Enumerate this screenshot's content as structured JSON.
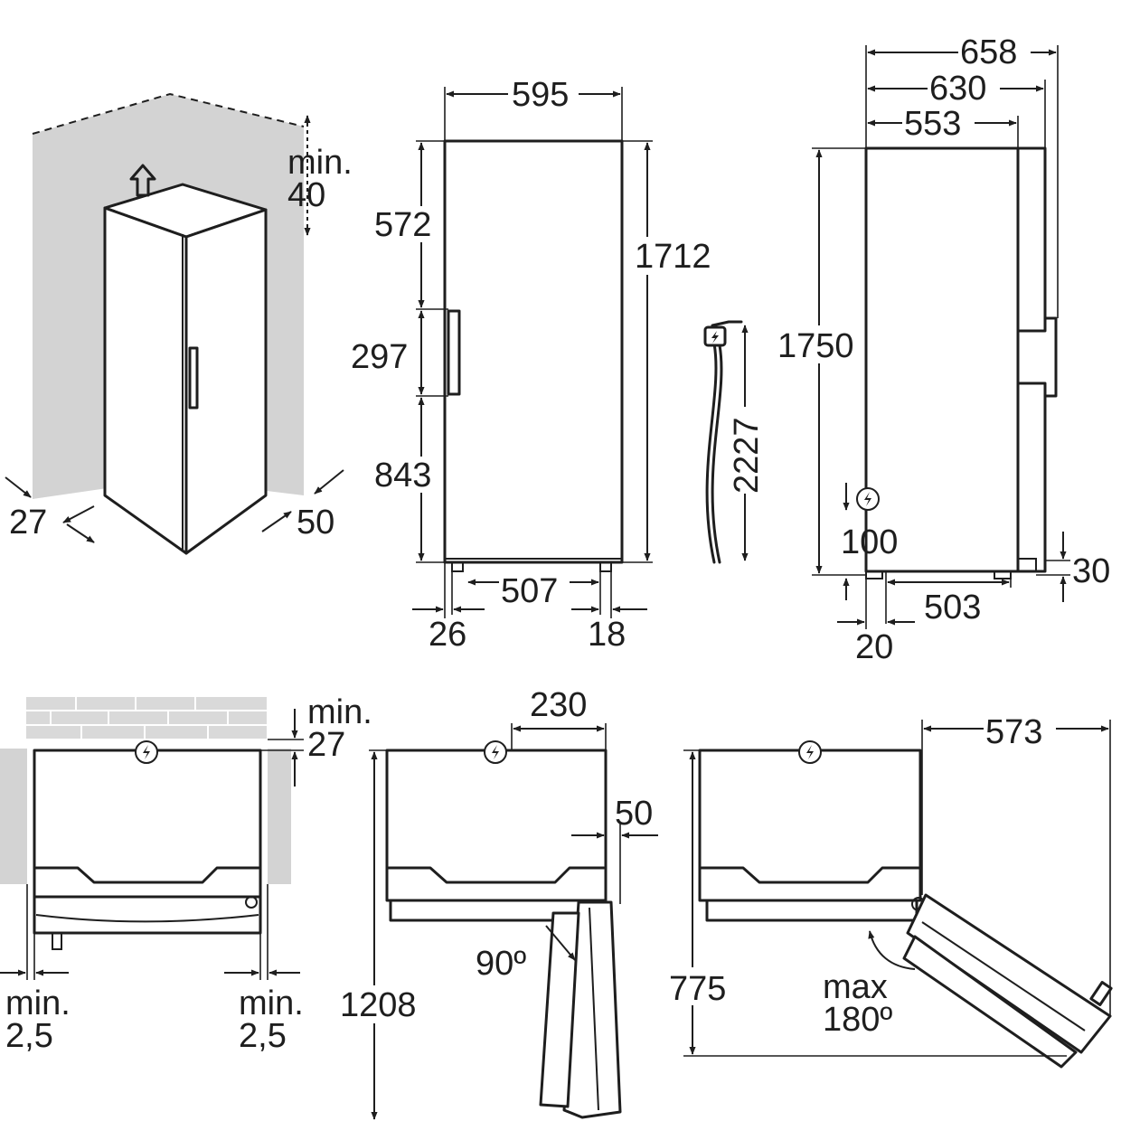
{
  "corner_view": {
    "top_clearance": [
      "min.",
      "40"
    ],
    "side_gap_left": "27",
    "side_gap_right": "50"
  },
  "front_view": {
    "width": "595",
    "height": "1712",
    "upper_section": "572",
    "handle_section": "297",
    "lower_section": "843",
    "feet_span": "507",
    "left_offset": "26",
    "right_offset": "18"
  },
  "power_cord": {
    "length": "2227"
  },
  "side_view": {
    "depth_with_handle": "658",
    "depth_with_door": "630",
    "cabinet_depth": "553",
    "overall_height": "1750",
    "socket_height": "100",
    "foot_height": "30",
    "foot_depth": "503",
    "rear_offset": "20"
  },
  "top_view_wall": {
    "rear_clearance": [
      "min.",
      "27"
    ],
    "side_clearance_left": [
      "min.",
      "2,5"
    ],
    "side_clearance_right": [
      "min.",
      "2,5"
    ]
  },
  "top_view_90": {
    "hinge_offset": "230",
    "side_offset": "50",
    "depth_open": "1208",
    "angle": "90º"
  },
  "top_view_180": {
    "door_reach": "573",
    "depth_open": "775",
    "angle": [
      "max",
      "180º"
    ]
  }
}
